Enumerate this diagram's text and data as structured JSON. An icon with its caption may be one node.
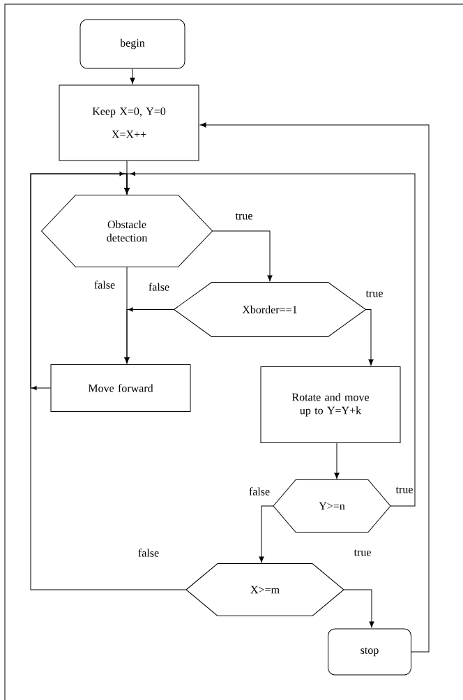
{
  "diagram": {
    "nodes": [
      {
        "text": [
          "begin"
        ]
      },
      {
        "text": [
          "Keep X=0, Y=0",
          "X=X++"
        ]
      },
      {
        "text": [
          "Obstacle detection"
        ]
      },
      {
        "text": [
          "Xborder==1"
        ]
      },
      {
        "text": [
          "Move forward"
        ]
      },
      {
        "text": [
          "Rotate and move up to Y=Y+k"
        ]
      },
      {
        "text": [
          "Y>=n"
        ]
      },
      {
        "text": [
          "X>=m"
        ]
      },
      {
        "text": [
          "stop"
        ]
      }
    ],
    "edges": [
      {
        "from": 0,
        "to": 1,
        "arrow": "to"
      },
      {
        "from": 1,
        "to": 2,
        "arrow": "to"
      },
      {
        "from": 2,
        "to": 3,
        "arrow": "to",
        "label": "true"
      },
      {
        "from": 2,
        "to": 4,
        "arrow": "to",
        "label": "false"
      },
      {
        "from": 3,
        "to": 4,
        "arrow": "to",
        "label": "false"
      },
      {
        "from": 3,
        "to": 5,
        "arrow": "to",
        "label": "true"
      },
      {
        "from": 4,
        "to": 2,
        "arrow": "to"
      },
      {
        "from": 5,
        "to": 6,
        "arrow": "to"
      },
      {
        "from": 6,
        "to": 2,
        "arrow": "to",
        "label": "true"
      },
      {
        "from": 6,
        "to": 7,
        "arrow": "to",
        "label": "false"
      },
      {
        "from": 7,
        "to": 2,
        "arrow": "to",
        "label": "false"
      },
      {
        "from": 7,
        "to": 8,
        "arrow": "to",
        "label": "true"
      },
      {
        "from": 8,
        "to": 1,
        "arrow": "to"
      }
    ]
  }
}
